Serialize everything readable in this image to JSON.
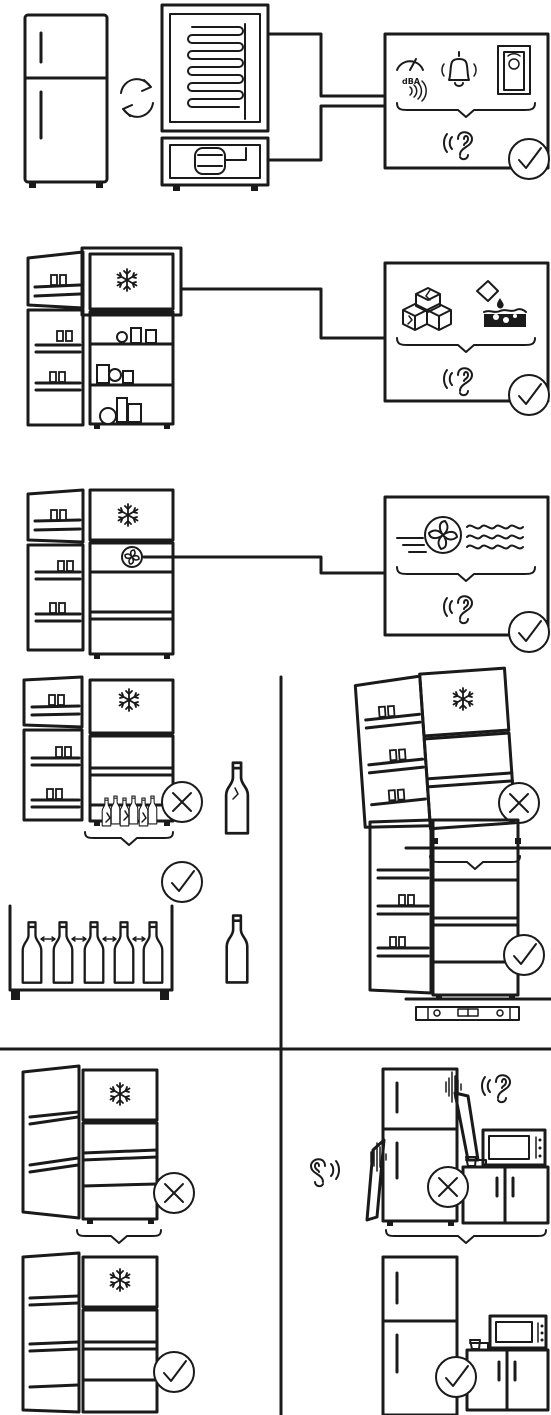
{
  "sound_label": "dBA",
  "colors": {
    "ink": "#1a1a1a",
    "paper": "#ffffff"
  },
  "panels": [
    {
      "id": "normal-operating-sounds",
      "icons": [
        "refrigerator-icon",
        "cycle-arrows-icon",
        "condenser-coil-icon",
        "compressor-icon",
        "sound-meter-icon",
        "bell-icon",
        "door-sensor-icon",
        "ear-icon",
        "check-icon"
      ]
    },
    {
      "id": "freezer-ice-sounds",
      "icons": [
        "snowflake-icon",
        "ice-cubes-icon",
        "water-drip-icon",
        "ear-icon",
        "check-icon"
      ]
    },
    {
      "id": "fan-airflow-sounds",
      "icons": [
        "fan-icon",
        "air-waves-icon",
        "ear-icon",
        "check-icon"
      ]
    },
    {
      "id": "bottle-spacing",
      "icons": [
        "bottles-touching-icon",
        "cross-icon",
        "bottles-spaced-icon",
        "check-icon",
        "bottle-icon"
      ]
    },
    {
      "id": "leveling",
      "icons": [
        "tilted-refrigerator-icon",
        "cross-icon",
        "spirit-level-icon",
        "check-icon"
      ]
    },
    {
      "id": "door-alignment",
      "icons": [
        "misaligned-door-icon",
        "cross-icon",
        "aligned-door-icon",
        "check-icon"
      ]
    },
    {
      "id": "wall-clearance",
      "icons": [
        "refrigerator-against-wall-icon",
        "cross-icon",
        "refrigerator-with-gap-icon",
        "check-icon",
        "microwave-icon"
      ]
    }
  ]
}
